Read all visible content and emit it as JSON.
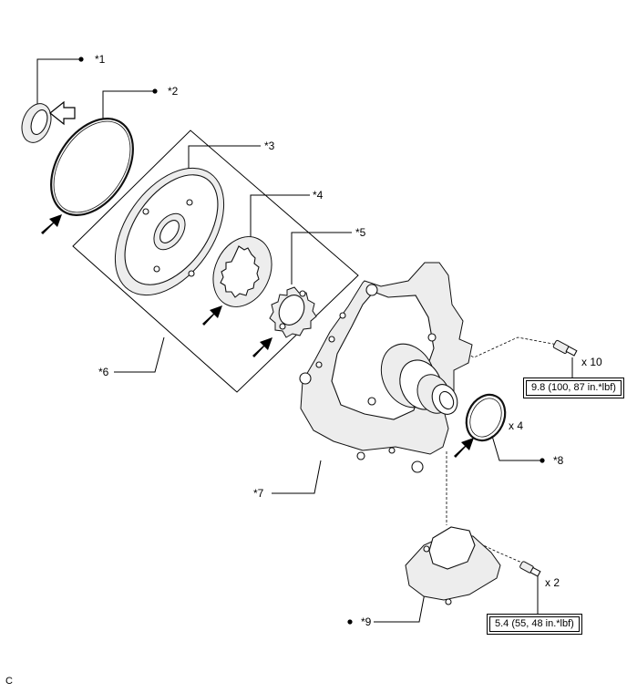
{
  "labels": {
    "p1": "*1",
    "p2": "*2",
    "p3": "*3",
    "p4": "*4",
    "p5": "*5",
    "p6": "*6",
    "p7": "*7",
    "p8": "*8",
    "p9": "*9"
  },
  "quantities": {
    "bolts_large": "x 10",
    "seal_rings": "x 4",
    "bolts_small": "x 2"
  },
  "torque": {
    "large_bolt": "9.8 (100, 87 in.*lbf)",
    "small_bolt": "5.4 (55, 48 in.*lbf)"
  },
  "corner_code": "C",
  "icons": {
    "dot": "filled-circle-icon",
    "arrow": "black-arrow-icon",
    "outline_arrow": "white-arrow-icon"
  }
}
